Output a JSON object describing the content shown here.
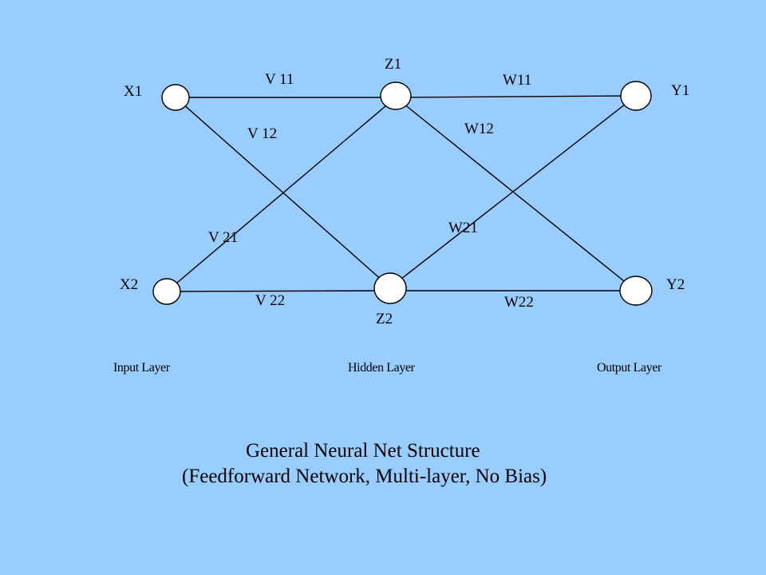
{
  "nodes": {
    "x1": "X1",
    "x2": "X2",
    "z1": "Z1",
    "z2": "Z2",
    "y1": "Y1",
    "y2": "Y2"
  },
  "edges": {
    "v11": "V 11",
    "v12": "V 12",
    "v21": "V 21",
    "v22": "V 22",
    "w11": "W11",
    "w12": "W12",
    "w21": "W21",
    "w22": "W22"
  },
  "layers": {
    "input": "Input Layer",
    "hidden": "Hidden Layer",
    "output": "Output Layer"
  },
  "caption": {
    "line1": "General Neural Net Structure",
    "line2": "(Feedforward Network, Multi-layer, No Bias)"
  },
  "colors": {
    "background": "#99CCFF",
    "node_fill": "#FFFFFF",
    "line": "#000000"
  }
}
